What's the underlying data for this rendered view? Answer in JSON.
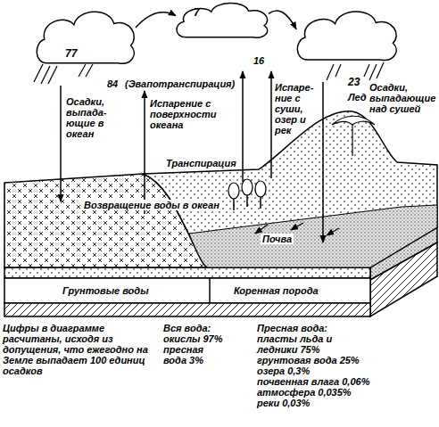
{
  "diagram": {
    "nodes": [
      {
        "text": [
          "77"
        ]
      },
      {
        "text": [
          "7"
        ]
      },
      {
        "text": [
          "23"
        ]
      }
    ],
    "edges": [
      {
        "from": 0,
        "to": 1,
        "arrow": "to"
      },
      {
        "from": 1,
        "to": 2,
        "arrow": "to"
      }
    ],
    "labels": [
      "84",
      "(Эвапотранспирация)",
      "16",
      "Лед",
      "Осадки, выпадающие над сушей",
      "Осадки, выпада- ющие в океан",
      "Испарение с поверхности океана",
      "Испаре- ние с суши, озер и рек",
      "Транспирация",
      "Возвращение воды в океан",
      "Почва",
      "Грунтовые воды",
      "Коренная порода",
      "Цифры в диаграмме расчитаны, исходя из допущения, что ежегодно на Земле выпадает 100 единиц осадков",
      "Вся вода:",
      "окислы 97%",
      "пресная вода 3%",
      "Пресная вода:",
      "пласты льда и ледники 75%",
      "грунтовая вода 25%",
      "озера 0,3%",
      "почвенная влага 0,06%",
      "атмосфера 0,035%",
      "реки 0,03%"
    ]
  }
}
